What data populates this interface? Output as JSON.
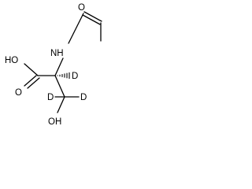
{
  "molecule": {
    "atoms": {
      "hydroxyl_acid": "HO",
      "nitrogen": "NH",
      "oxygen_acetyl": "O",
      "oxygen_carbonyl": "O",
      "deuterium_alpha": "D",
      "deuterium_beta_left": "D",
      "deuterium_beta_right": "D",
      "hydroxyl_side": "OH"
    }
  }
}
